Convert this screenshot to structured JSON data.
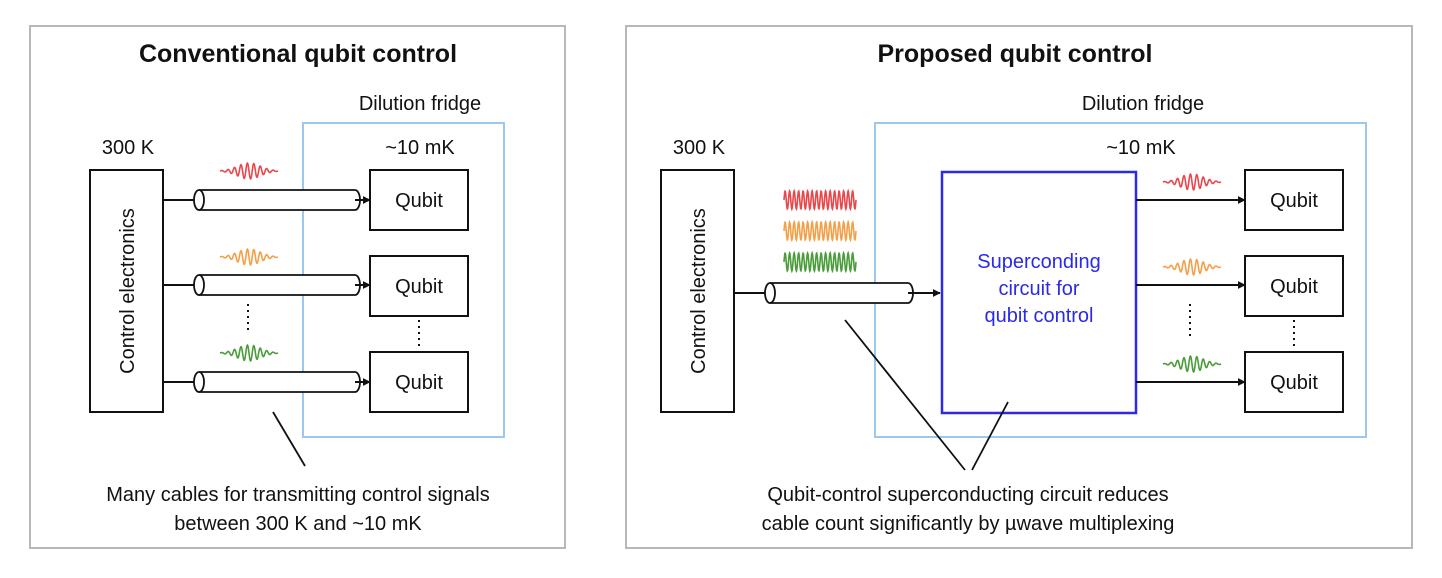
{
  "panels": {
    "conventional": {
      "title": "Conventional qubit control",
      "fridge_label": "Dilution fridge",
      "room_temp_label": "300 K",
      "cold_temp_label": "~10 mK",
      "electronics_label": "Control electronics",
      "qubit_labels": [
        "Qubit",
        "Qubit",
        "Qubit"
      ],
      "caption_lines": [
        "Many cables for transmitting control signals",
        "between 300 K and ~10 mK"
      ]
    },
    "proposed": {
      "title": "Proposed qubit control",
      "fridge_label": "Dilution fridge",
      "room_temp_label": "300 K",
      "cold_temp_label": "~10 mK",
      "electronics_label": "Control electronics",
      "circuit_label_lines": [
        "Superconding",
        "circuit for",
        "qubit control"
      ],
      "qubit_labels": [
        "Qubit",
        "Qubit",
        "Qubit"
      ],
      "caption_lines": [
        "Qubit-control superconducting circuit reduces",
        "cable count significantly by µwave multiplexing"
      ]
    }
  },
  "colors": {
    "fridge_border": "#9cc8f0",
    "circuit_border": "#2a2ae8",
    "circuit_text": "#2a2ae8",
    "signal_red": "#e8474c",
    "signal_orange": "#f2a14a",
    "signal_green": "#4a9d3a",
    "panel_border": "#b8b8b8"
  }
}
